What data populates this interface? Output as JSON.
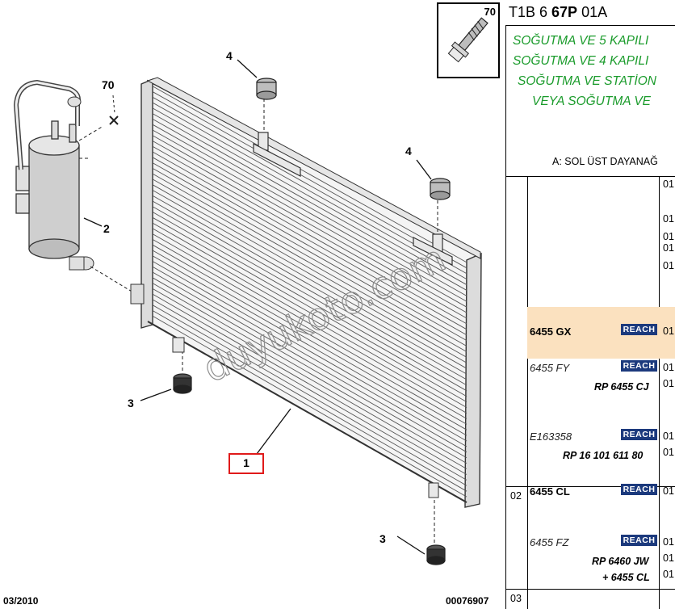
{
  "diagram": {
    "callouts": {
      "p70": "70",
      "p2": "2",
      "p4a": "4",
      "p4b": "4",
      "p3a": "3",
      "p3b": "3",
      "p1": "1"
    },
    "watermark": "duyukoto.com",
    "date": "03/2010",
    "drawing_number": "00076907"
  },
  "thumbnail": {
    "number": "70",
    "icon": "screw-icon"
  },
  "parts_panel": {
    "title_prefix": "T1B 6 ",
    "title_bold": "67P",
    "title_suffix": " 01A",
    "description_lines": [
      "SOĞUTMA VE 5 KAPILI",
      "SOĞUTMA VE 4 KAPILI",
      "SOĞUTMA VE STATİON",
      "VEYA SOĞUTMA VE"
    ],
    "note": "A: SOL ÜST DAYANAĞ",
    "groups": [
      "02",
      "03"
    ],
    "rows": [
      {
        "ref": "6455 GX",
        "reach": "REACH",
        "qty": "01"
      },
      {
        "ref": "6455 FY",
        "reach": "REACH",
        "qty": "01",
        "sub": "RP 6455 CJ",
        "sub_qty": "01"
      },
      {
        "ref": "E163358",
        "reach": "REACH",
        "qty": "01",
        "sub": "RP 16 101 611 80",
        "sub_qty": "01"
      },
      {
        "ref": "6455 CL",
        "reach": "REACH",
        "qty": "01"
      },
      {
        "ref": "6455 FZ",
        "reach": "REACH",
        "qty": "01",
        "sub": "RP 6460 JW",
        "sub_qty": "01",
        "sub2": "+ 6455 CL",
        "sub2_qty": "01"
      }
    ],
    "top_qtys": [
      "01",
      "01",
      "01",
      "01",
      "01"
    ]
  },
  "colors": {
    "highlight_row": "#fbe1bf",
    "reach_badge": "#1c3a7d",
    "description_text": "#1a9b2b",
    "callout_box": "#e01a1a"
  }
}
